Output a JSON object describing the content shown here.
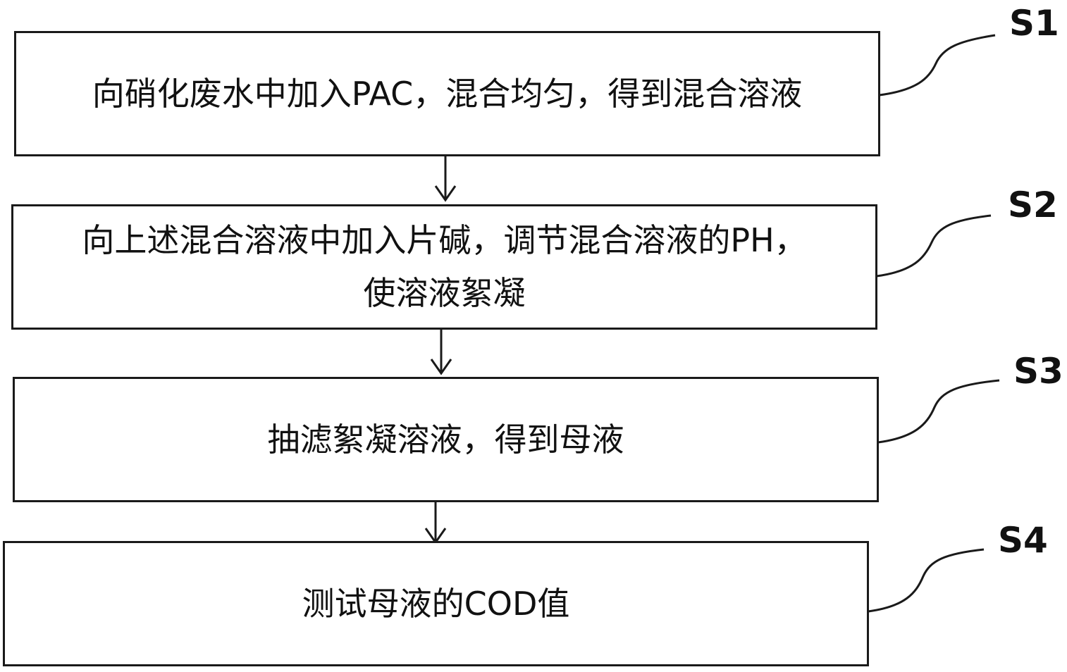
{
  "steps": [
    {
      "label": "S1",
      "text": "向硝化废水中加入PAC，混合均匀，得到混合溶液"
    },
    {
      "label": "S2",
      "text": "向上述混合溶液中加入片碱，调节混合溶液的PH，\n使溶液絮凝"
    },
    {
      "label": "S3",
      "text": "抽滤絮凝溶液，得到母液"
    },
    {
      "label": "S4",
      "text": "测试母液的COD值"
    }
  ],
  "colors": {
    "stroke": "#1a1a1a",
    "text": "#111111",
    "background": "#ffffff"
  }
}
